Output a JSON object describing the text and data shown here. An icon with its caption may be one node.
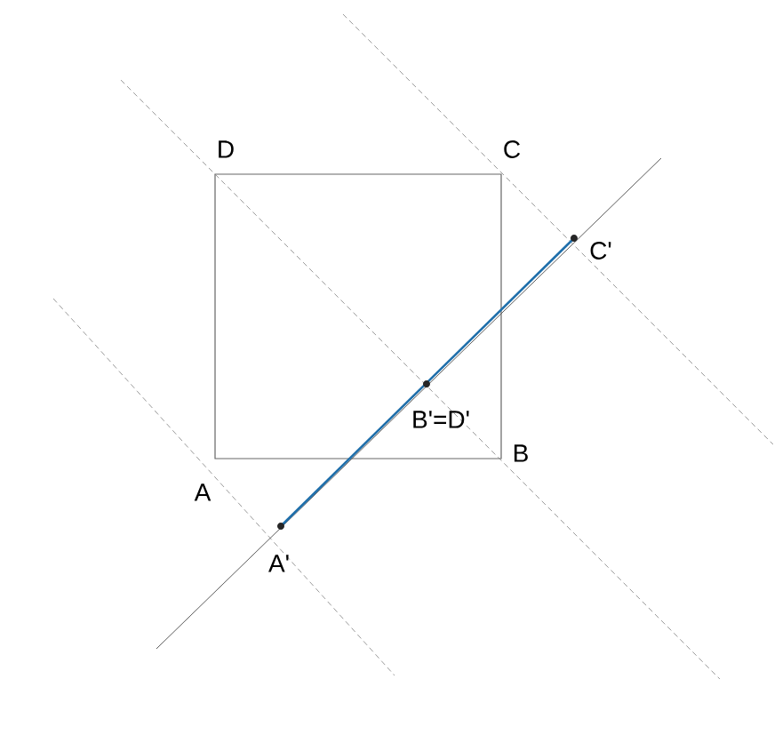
{
  "diagram": {
    "labels": [
      "D",
      "C",
      "C'",
      "B'=D'",
      "B",
      "A",
      "A'"
    ]
  }
}
